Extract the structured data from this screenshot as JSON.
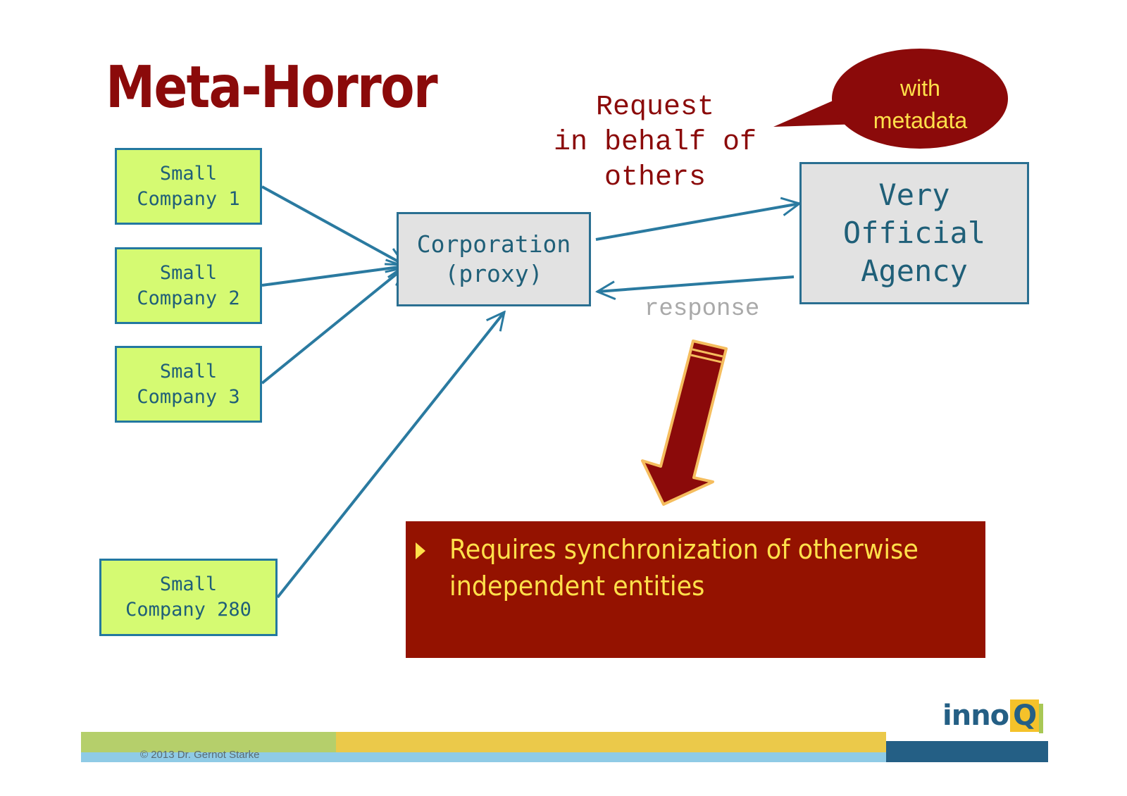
{
  "slide": {
    "title": "Meta-Horror",
    "request_label": [
      "Request",
      "in behalf of",
      "others"
    ],
    "response_label": "response",
    "bubble": [
      "with",
      "metadata"
    ],
    "companies": [
      {
        "line1": "Small",
        "line2": "Company 1"
      },
      {
        "line1": "Small",
        "line2": "Company 2"
      },
      {
        "line1": "Small",
        "line2": "Company 3"
      },
      {
        "line1": "Small",
        "line2": "Company 280"
      }
    ],
    "corporation": [
      "Corporation",
      "(proxy)"
    ],
    "agency": [
      "Very",
      "Official",
      "Agency"
    ],
    "callout": [
      "Requires synchronization of otherwise",
      "independent entities"
    ],
    "logo": {
      "text": "inno",
      "q": "Q"
    },
    "copyright": "© 2013 Dr. Gernot Starke"
  },
  "colors": {
    "title": "#8b0a0a",
    "company_fill": "#d5fa72",
    "box_border": "#2378a0",
    "arrow": "#2a7aa0",
    "callout_fill": "#941200",
    "callout_text": "#ffe04a",
    "band_green": "#b5cf6b",
    "band_yellow": "#ebc94a",
    "band_blue": "#8fcbe6",
    "band_navy": "#245f85"
  }
}
